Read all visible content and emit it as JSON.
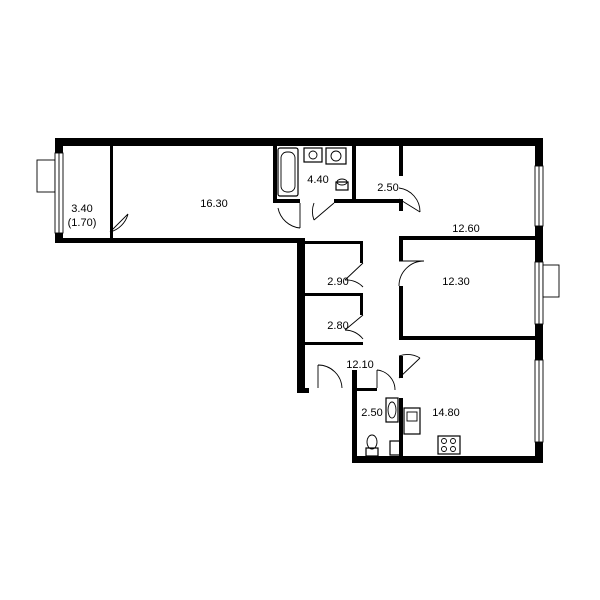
{
  "rooms": [
    {
      "id": "balcony",
      "area": "3.40",
      "sub": "(1.70)"
    },
    {
      "id": "living",
      "area": "16.30"
    },
    {
      "id": "bath",
      "area": "4.40"
    },
    {
      "id": "wc-top",
      "area": "2.50"
    },
    {
      "id": "bedroom-1",
      "area": "12.60"
    },
    {
      "id": "storage-1",
      "area": "2.90"
    },
    {
      "id": "bedroom-2",
      "area": "12.30"
    },
    {
      "id": "storage-2",
      "area": "2.80"
    },
    {
      "id": "hall",
      "area": "12.10"
    },
    {
      "id": "wc-bottom",
      "area": "2.50"
    },
    {
      "id": "kitchen",
      "area": "14.80"
    }
  ]
}
